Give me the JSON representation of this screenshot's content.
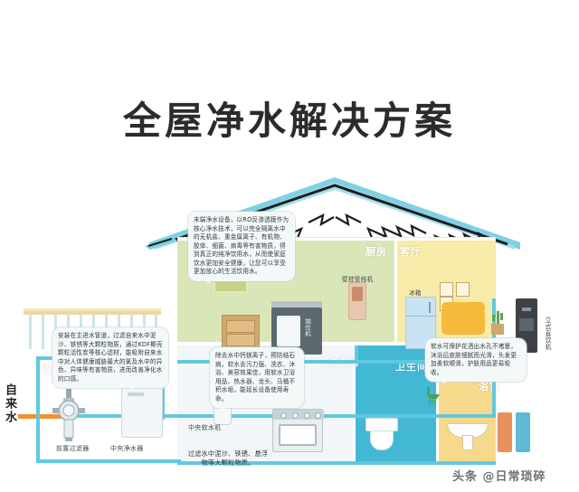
{
  "title": "全屋净水解决方案",
  "rooms": [
    {
      "key": "kitchen",
      "label": "厨房"
    },
    {
      "key": "living",
      "label": "客厅"
    },
    {
      "key": "laundry",
      "label": "洗衣房"
    },
    {
      "key": "bathroom",
      "label": "卫生间"
    },
    {
      "key": "shower",
      "label": "浴室"
    },
    {
      "key": "equipment",
      "label": "设备间"
    }
  ],
  "inlet": {
    "label": "自来水"
  },
  "devices": [
    {
      "key": "prefilter",
      "label": "前置过滤器"
    },
    {
      "key": "central_purifier",
      "label": "中央净水器"
    },
    {
      "key": "central_softener",
      "label": "中央软水机"
    },
    {
      "key": "wall_pipe_machine",
      "label": "壁挂管线机"
    },
    {
      "key": "fridge",
      "label": "冰箱"
    },
    {
      "key": "under_sink",
      "label": "端饮机"
    },
    {
      "key": "standing_dispenser",
      "label": "立式直饮机"
    }
  ],
  "callouts": {
    "ro": "末端净水设备，以RO反渗透膜作为核心净水技术，可以完全隔离水中的无机盐、重金属离子、有机物、胶体、细菌、病毒等有害物质，得到真正的纯净饮用水，从而使家庭饮水更加安全健康，让您可以享受更加放心的生活饮用水。",
    "prefilter": "安装在主进水管道，过滤自来水中泥沙、铁锈等大颗粒物质，通过KDF椰壳颗粒活性炭等核心滤材，能吸附自来水中对人体健康威胁最大的氯及水中的异色、异味等有害物质，进而改善净化水的口感。",
    "central_purifier": "过滤水中泥沙、铁锈、悬浮物等大颗粒物质。",
    "softener": "除去水中钙镁离子，预防结石病，软水去污力强、洗衣、沐浴、美容效果佳，用软水卫浴用品、热水器、龙头、马桶不积水垢，能延长设备使用寿命。",
    "shower": "软水可保护花洒出水孔不堵塞，沐浴后皮肤细腻而光滑，头发更加柔软顺滑，护肤用品更易吸收。"
  },
  "watermark": "头条 @日常琐碎",
  "colors": {
    "roof": "#7fd0e3",
    "pipe": "#5fc9e0",
    "inlet_pipe": "#f0912d",
    "kitchen": "#d9e7b8",
    "living": "#f8eaa8",
    "laundry": "#f2f6f8",
    "bathroom": "#43b8d4",
    "shower": "#f6d98a",
    "title": "#2b2b2b"
  }
}
